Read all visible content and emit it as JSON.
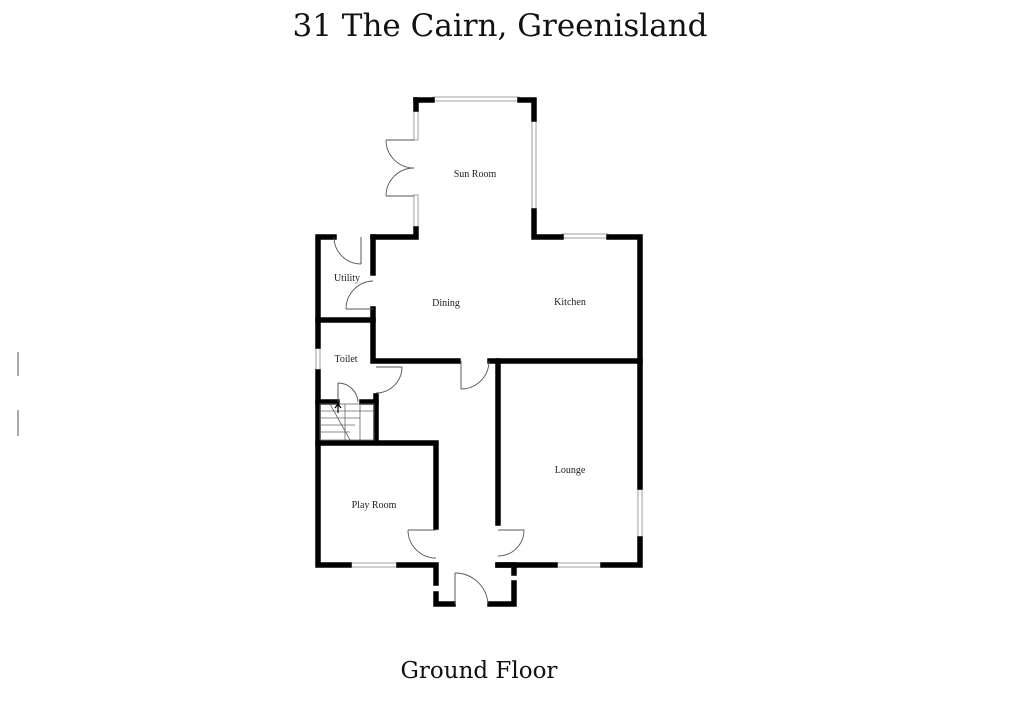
{
  "title": "31 The Cairn, Greenisland",
  "floor_label": "Ground Floor",
  "rooms": {
    "sun_room": "Sun Room",
    "utility": "Utility",
    "dining": "Dining",
    "kitchen": "Kitchen",
    "toilet": "Toilet",
    "lounge": "Lounge",
    "play_room": "Play Room"
  }
}
